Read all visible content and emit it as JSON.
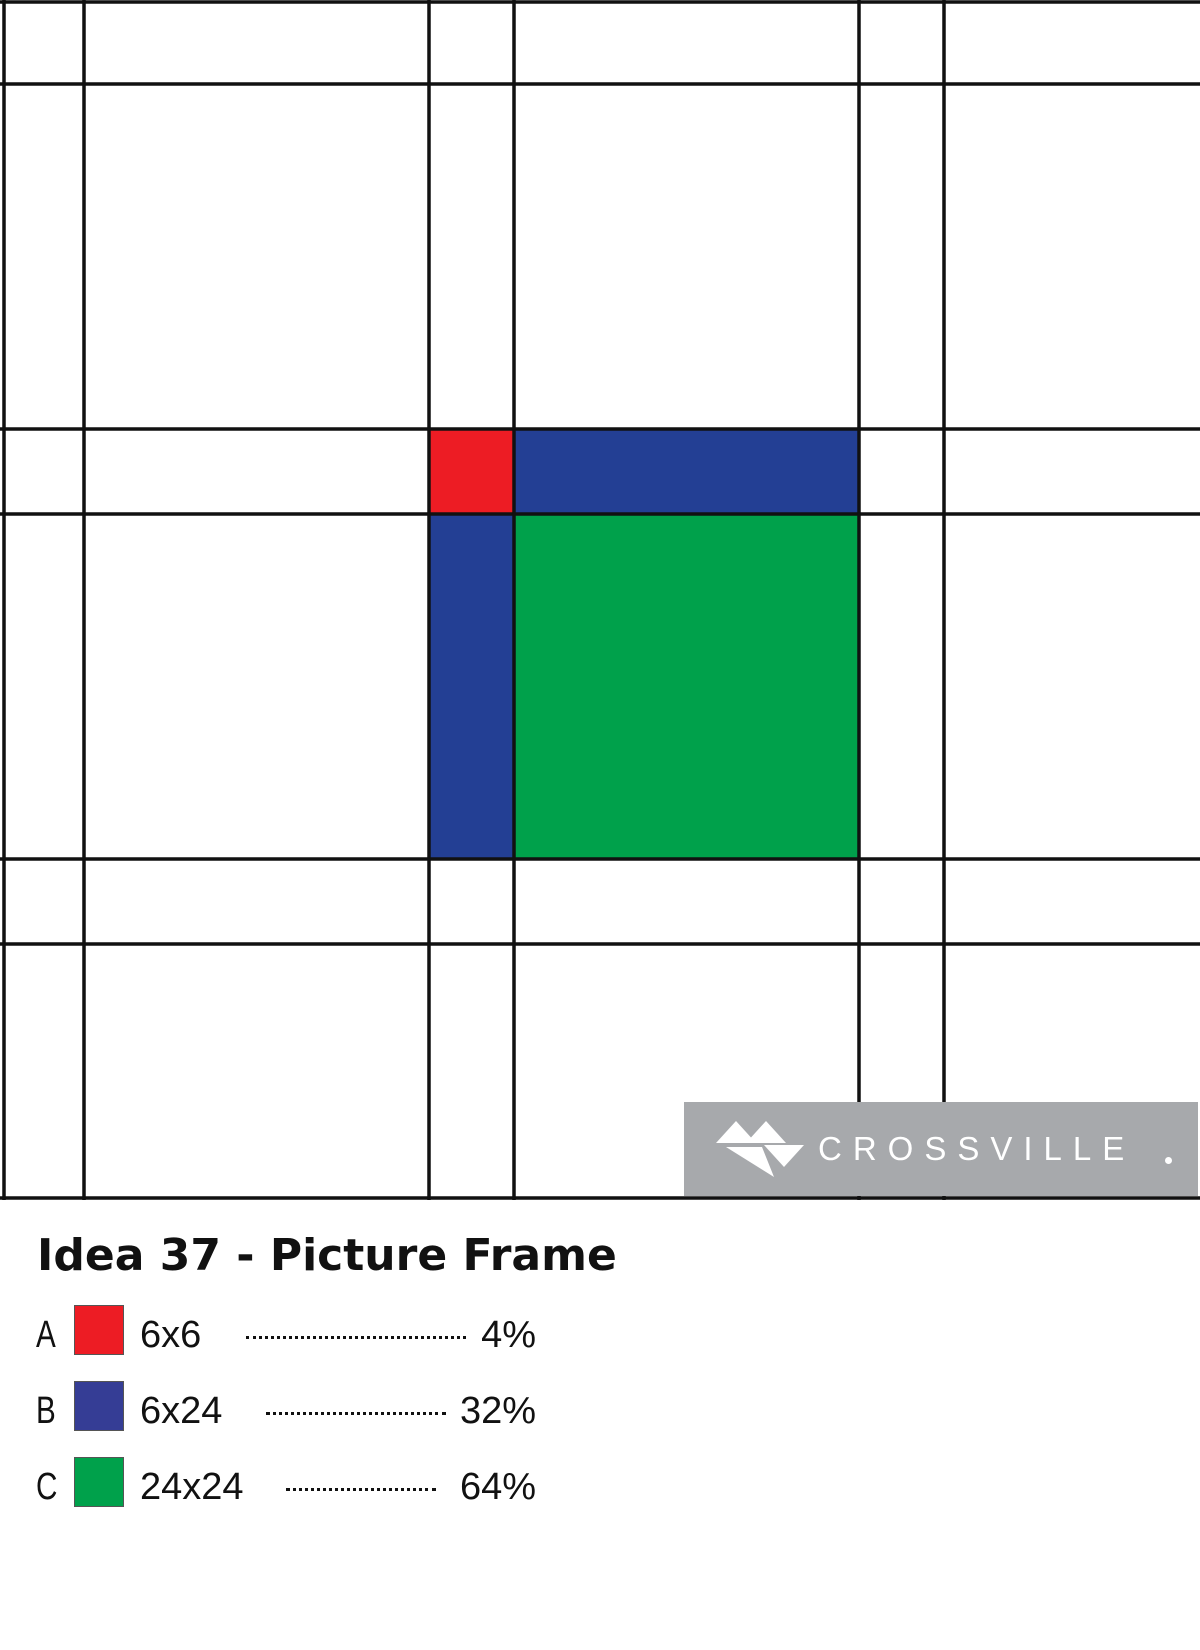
{
  "tiles": {
    "A": {
      "size": "6x6",
      "color": "#ed1c24"
    },
    "B": {
      "size": "6x24",
      "color": "#233f94"
    },
    "C": {
      "size": "24x24",
      "color": "#00a14b"
    }
  },
  "logo": {
    "text": "CROSSVILLE"
  },
  "title": "Idea 37 - Picture Frame",
  "legend": [
    {
      "letter": "A",
      "size": "6x6",
      "percent": "4%",
      "color": "#ed1c24"
    },
    {
      "letter": "B",
      "size": "6x24",
      "percent": "32%",
      "color": "#353d95"
    },
    {
      "letter": "C",
      "size": "24x24",
      "percent": "64%",
      "color": "#00a14b"
    }
  ]
}
